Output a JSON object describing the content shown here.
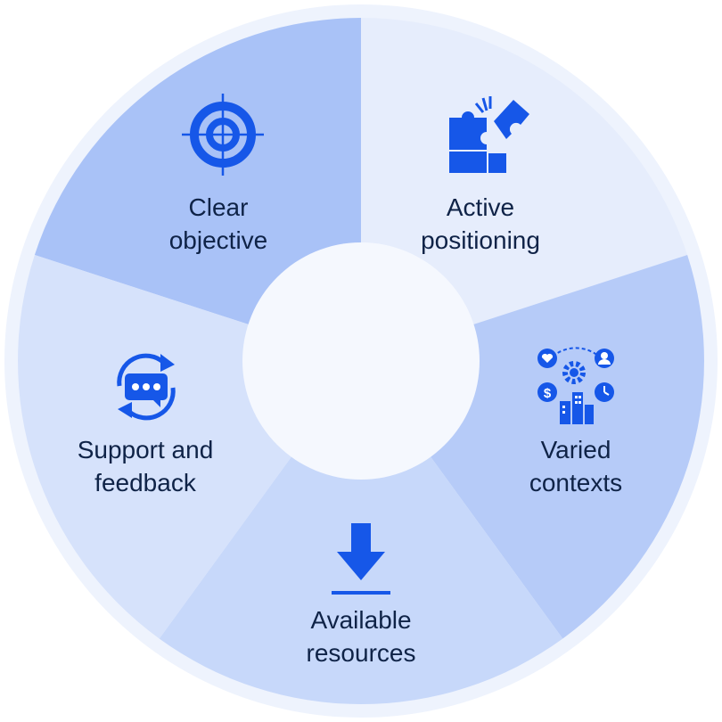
{
  "segments": [
    {
      "id": "clear-objective",
      "line1": "Clear",
      "line2": "objective",
      "icon": "target-icon",
      "fill": "#a9c2f7"
    },
    {
      "id": "active-positioning",
      "line1": "Active",
      "line2": "positioning",
      "icon": "puzzle-icon",
      "fill": "#e6edfc"
    },
    {
      "id": "varied-contexts",
      "line1": "Varied",
      "line2": "contexts",
      "icon": "context-network-icon",
      "fill": "#b6cbf8"
    },
    {
      "id": "available-resources",
      "line1": "Available",
      "line2": "resources",
      "icon": "download-icon",
      "fill": "#c7d8fa"
    },
    {
      "id": "support-feedback",
      "line1": "Support and",
      "line2": "feedback",
      "icon": "chat-refresh-icon",
      "fill": "#d6e2fb"
    }
  ],
  "colors": {
    "accent": "#1657e8",
    "text": "#0f2347",
    "ring": "#eef3fd",
    "center": "#f5f8fe"
  }
}
